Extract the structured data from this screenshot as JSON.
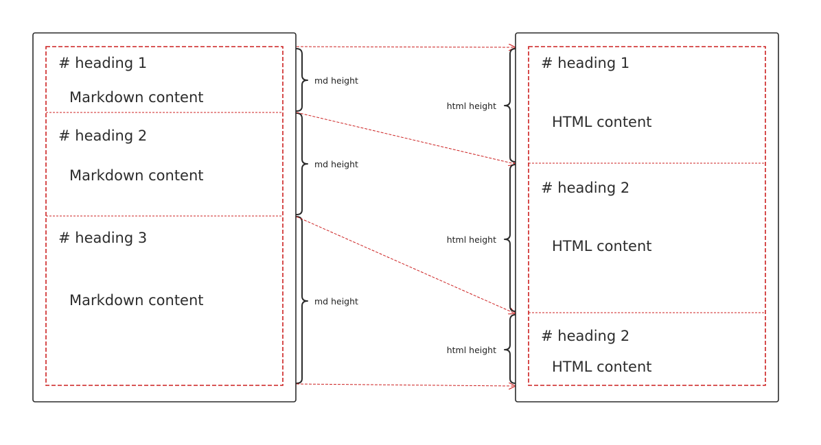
{
  "markdown_panel": {
    "sections": [
      {
        "heading": "# heading 1",
        "content": "Markdown content",
        "height_label": "md height"
      },
      {
        "heading": "# heading 2",
        "content": "Markdown content",
        "height_label": "md height"
      },
      {
        "heading": "# heading 3",
        "content": "Markdown content",
        "height_label": "md height"
      }
    ]
  },
  "html_panel": {
    "sections": [
      {
        "heading": "# heading 1",
        "content": "HTML content",
        "height_label": "html height"
      },
      {
        "heading": "# heading 2",
        "content": "HTML content",
        "height_label": "html height"
      },
      {
        "heading": "# heading 2",
        "content": "HTML content",
        "height_label": "html height"
      }
    ]
  },
  "colors": {
    "panel_border": "#2a2a2a",
    "section_dash": "#cc1f1f",
    "text": "#2c2c2c"
  }
}
